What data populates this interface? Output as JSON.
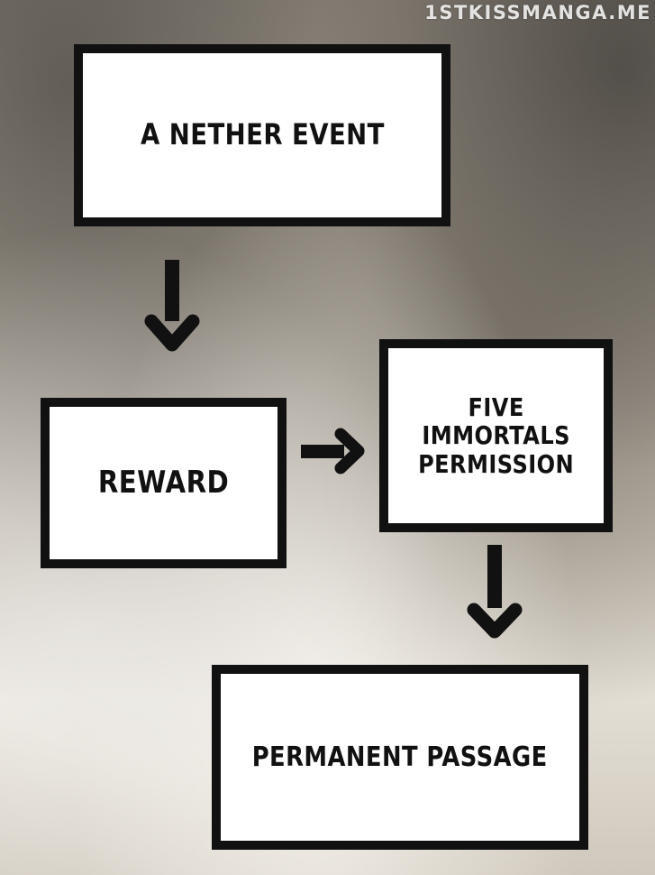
{
  "watermark": "1STKISSMANGA.ME",
  "diagram": {
    "nodes": [
      {
        "id": "nether",
        "label": "A NETHER EVENT"
      },
      {
        "id": "reward",
        "label": "REWARD"
      },
      {
        "id": "five",
        "label": "FIVE\nIMMORTALS\nPERMISSION"
      },
      {
        "id": "permanent",
        "label": "PERMANENT PASSAGE"
      }
    ],
    "edges": [
      {
        "from": "nether",
        "to": "reward",
        "direction": "down"
      },
      {
        "from": "reward",
        "to": "five",
        "direction": "right"
      },
      {
        "from": "five",
        "to": "permanent",
        "direction": "down"
      }
    ]
  },
  "colors": {
    "box_fill": "#ffffff",
    "box_border": "#111111",
    "arrow": "#111111",
    "watermark": "#ffffff"
  }
}
